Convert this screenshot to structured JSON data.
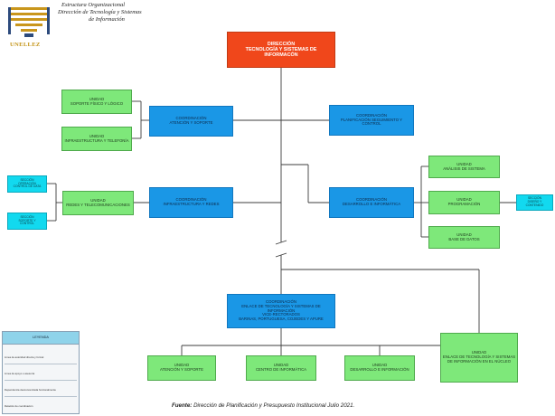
{
  "header": {
    "title_line1": "Estructura Organizacional",
    "title_line2": "Dirección de Tecnología y Sistemas",
    "title_line3": "de Información",
    "logo_text": "UNELLEZ"
  },
  "direccion": [
    "DIRECCIÓN",
    "TECNOLOGÍA Y SISTEMAS DE",
    "INFORMACÓN"
  ],
  "coord_atencion": [
    "COORDINACIÓN",
    "ATENCIÓN Y SOPORTE"
  ],
  "unidad_soporte_fisico": [
    "UNIDAD",
    "SOPORTE FÍSICO Y LÓGICO"
  ],
  "unidad_infraestructura": [
    "UNIDAD",
    "INFRAESTRUCTURA Y TELEFONÍA"
  ],
  "coord_infra_redes": [
    "COORDINACIÓN",
    "INFRAESTRUCTURA Y REDES"
  ],
  "unidad_redes": [
    "UNIDAD",
    "REDES Y TELECOMUNICACIONES"
  ],
  "seccion_operacion": [
    "SECCIÓN",
    "OPERACIÓN",
    "CONTROL DE DATA"
  ],
  "seccion_soporte_centro": [
    "SECCIÓN",
    "SOPORTE Y",
    "CONTROL"
  ],
  "coord_planificacion": [
    "COORDINACIÓN",
    "PLANIFICACIÓN SEGUIMIENTO Y",
    "CONTROL"
  ],
  "coord_desarrollo": [
    "COORDINACIÓN",
    "DESARROLLO E INFORMÁTICA"
  ],
  "unidad_analisis": [
    "UNIDAD",
    "ANÁLISIS DE SISTEMA"
  ],
  "unidad_programacion": [
    "UNIDAD",
    "PROGRAMACIÓN"
  ],
  "unidad_base_datos": [
    "UNIDAD",
    "BASE DE DATOS"
  ],
  "seccion_diseno": [
    "SECCIÓN",
    "DISEÑO Y",
    "CONTENIDO"
  ],
  "coord_vice": [
    "COORDINACIÓN",
    "ENLACE DE TECNOLOGÍA Y SISTEMAS DE",
    "INFORMACIÓN",
    "VICE-RECTORADOS",
    "BARINAS, PORTUGUESA, COJEDES Y APURE"
  ],
  "unidad_atencion": [
    "UNIDAD",
    "ATENCIÓN Y SOPORTE"
  ],
  "unidad_centro": [
    "UNIDAD",
    "CENTRO DE INFORMÁTICA"
  ],
  "unidad_desarrollo": [
    "UNIDAD",
    "DESARROLLO E INFORMACIÓN"
  ],
  "unidad_enlace": [
    "UNIDAD",
    "ENLACE DE TECNOLOGÍA Y SISTEMAS",
    "DE INFORMACIÓN EN EL NÚCLEO"
  ],
  "legend": {
    "title": "LEYENDA",
    "rows": [
      "Línea de autoridad directa y formal",
      "Línea de apoyo o asesoría",
      "Dependencia desconcentrada funcionalmente",
      "Relación de coordinación"
    ]
  },
  "source": {
    "label": "Fuente:",
    "text": "Dirección de Planificación y Presupuesto Institucional Julio 2021."
  },
  "colors": {
    "direccion": "#f0471b",
    "coordinacion": "#1a97e6",
    "unidad": "#7ee87a",
    "seccion": "#12d9ef",
    "lines": "#3c3c3c"
  }
}
